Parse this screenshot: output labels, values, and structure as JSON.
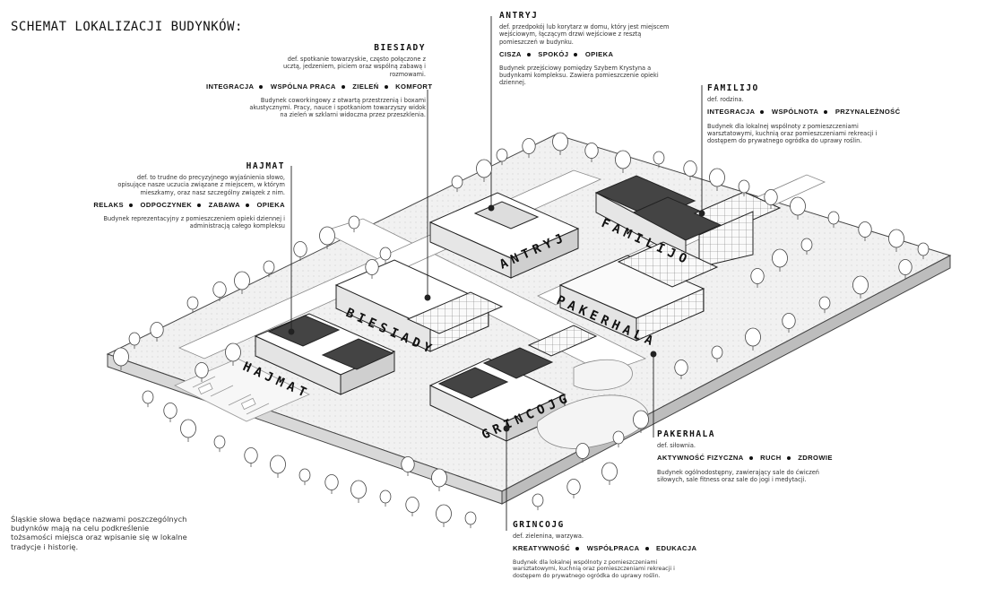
{
  "title": "SCHEMAT LOKALIZACJI BUDYNKÓW:",
  "note": "Śląskie słowa będące nazwami poszczególnych budynków mają na celu podkreślenie tożsamości miejsca oraz wpisanie się w lokalne tradycje i historię.",
  "buildings": {
    "biesiady": {
      "name": "BIESIADY",
      "def": "def. spotkanie towarzyskie, często połączone z ucztą, jedzeniem, piciem oraz wspólną zabawą i rozmowami.",
      "keywords": [
        "INTEGRACJA",
        "WSPÓLNA PRACA",
        "ZIELEŃ",
        "KOMFORT"
      ],
      "desc": "Budynek coworkingowy z otwartą przestrzenią i boxami akustycznymi. Pracy, nauce i spotkaniom towarzyszy widok na zieleń w szklarni widoczna przez przeszklenia."
    },
    "hajmat": {
      "name": "HAJMAT",
      "def": "def. to trudne do precyzyjnego wyjaśnienia słowo, opisujące nasze uczucia związane z miejscem, w którym mieszkamy, oraz nasz szczególny związek z nim.",
      "keywords": [
        "RELAKS",
        "ODPOCZYNEK",
        "ZABAWA",
        "OPIEKA"
      ],
      "desc": "Budynek reprezentacyjny z pomieszczeniem opieki dziennej i administracją całego kompleksu"
    },
    "antryj": {
      "name": "ANTRYJ",
      "def": "def. przedpokój lub korytarz w domu, który jest miejscem wejściowym, łączącym drzwi wejściowe z resztą pomieszczeń w budynku.",
      "keywords": [
        "CISZA",
        "SPOKÓJ",
        "OPIEKA"
      ],
      "desc": "Budynek przejściowy pomiędzy Szybem Krystyna a budynkami kompleksu. Zawiera pomieszczenie opieki dziennej."
    },
    "familijo": {
      "name": "FAMILIJO",
      "def": "def. rodzina.",
      "keywords": [
        "INTEGRACJA",
        "WSPÓLNOTA",
        "PRZYNALEŻNOŚĆ"
      ],
      "desc": "Budynek dla lokalnej wspólnoty z pomieszczeniami warsztatowymi, kuchnią oraz pomieszczeniami rekreacji i dostępem do prywatnego ogródka do uprawy roślin."
    },
    "pakerhala": {
      "name": "PAKERHALA",
      "def": "def. siłownia.",
      "keywords": [
        "AKTYWNOŚĆ FIZYCZNA",
        "RUCH",
        "ZDROWIE"
      ],
      "desc": "Budynek ogólnodostępny, zawierający sale do ćwiczeń siłowych, sale fitness oraz sale do jogi i medytacji."
    },
    "grincojg": {
      "name": "GRINCOJG",
      "def": "def. zielenina, warzywa.",
      "keywords": [
        "KREATYWNOŚĆ",
        "WSPÓŁPRACA",
        "EDUKACJA"
      ],
      "desc": "Budynek dla lokalnej wspólnoty z pomieszczeniami warsztatowymi, kuchnią oraz pomieszczeniami rekreacji i dostępem do prywatnego ogródka do uprawy roślin."
    }
  }
}
